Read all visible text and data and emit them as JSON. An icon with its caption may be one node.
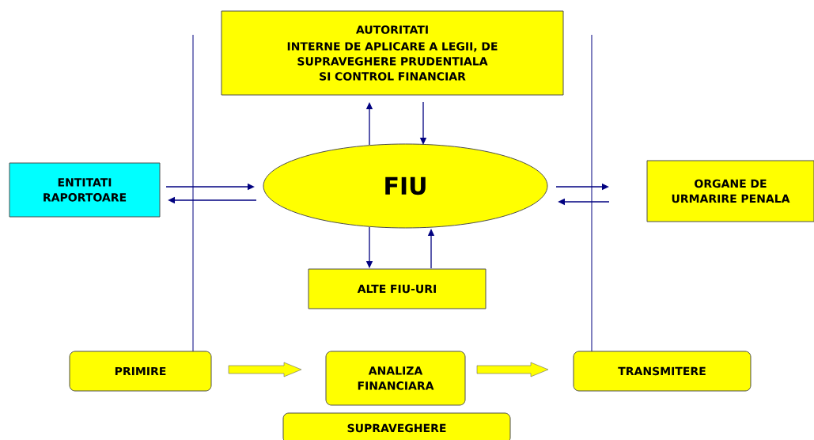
{
  "diagram": {
    "nodes": [
      {
        "text": [
          "AUTORITATI",
          "INTERNE DE APLICARE A LEGII, DE SUPRAVEGHERE PRUDENTIALA SI CONTROL FINANCIAR"
        ]
      },
      {
        "text": [
          "ENTITATI RAPORTOARE"
        ]
      },
      {
        "text": [
          "FIU"
        ]
      },
      {
        "text": [
          "ORGANE DE URMARIRE PENALA"
        ]
      },
      {
        "text": [
          "ALTE FIU-URI"
        ]
      },
      {
        "text": [
          "PRIMIRE"
        ]
      },
      {
        "text": [
          "ANALIZA FINANCIARA"
        ]
      },
      {
        "text": [
          "TRANSMITERE"
        ]
      },
      {
        "text": [
          "SUPRAVEGHERE"
        ]
      }
    ],
    "edges": [
      {
        "from": 2,
        "to": 0,
        "arrow": "to"
      },
      {
        "from": 0,
        "to": 2,
        "arrow": "to"
      },
      {
        "from": 1,
        "to": 2,
        "arrow": "to"
      },
      {
        "from": 2,
        "to": 1,
        "arrow": "to"
      },
      {
        "from": 2,
        "to": 3,
        "arrow": "to"
      },
      {
        "from": 3,
        "to": 2,
        "arrow": "to"
      },
      {
        "from": 2,
        "to": 4,
        "arrow": "to"
      },
      {
        "from": 4,
        "to": 2,
        "arrow": "to"
      },
      {
        "from": 5,
        "to": 6,
        "arrow": "to",
        "style": "thick",
        "color": "#ffff00"
      },
      {
        "from": 6,
        "to": 7,
        "arrow": "to",
        "style": "thick",
        "color": "#ffff00"
      }
    ]
  }
}
